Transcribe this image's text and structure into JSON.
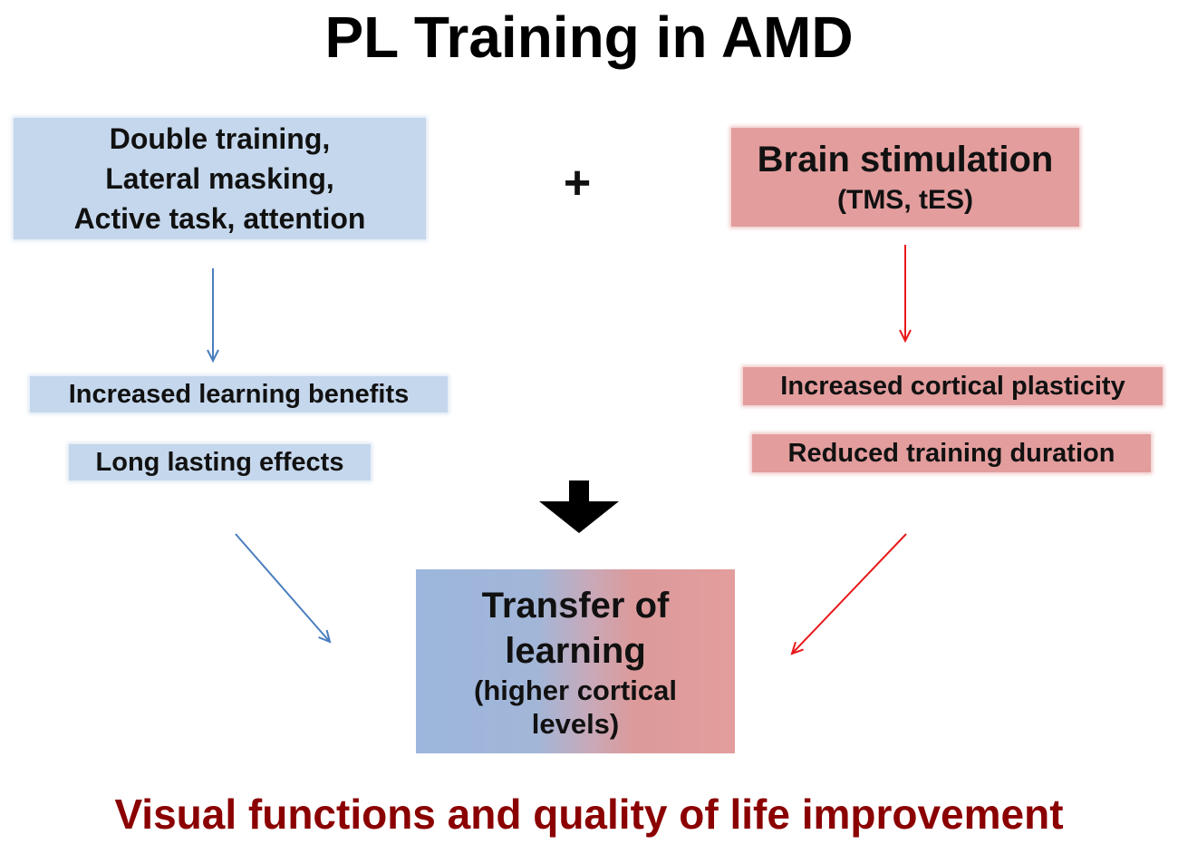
{
  "title": "PL Training in AMD",
  "left_box": {
    "lines": [
      "Double training,",
      "Lateral masking,",
      "Active task, attention"
    ]
  },
  "plus": "+",
  "right_box": {
    "main": "Brain stimulation",
    "sub": "(TMS, tES)"
  },
  "left_outcomes": [
    "Increased  learning benefits",
    "Long lasting effects"
  ],
  "right_outcomes": [
    "Increased cortical plasticity",
    "Reduced training duration"
  ],
  "center_box": {
    "main_lines": [
      "Transfer of",
      "learning"
    ],
    "sub_lines": [
      "(higher cortical",
      "levels)"
    ]
  },
  "footer": "Visual functions and quality of life improvement",
  "colors": {
    "blue_box": "#c5d7ec",
    "red_box": "#e39d9d",
    "blue_arrow": "#4a7ebf",
    "red_arrow": "#e8191a",
    "footer_text": "#8b0000"
  }
}
